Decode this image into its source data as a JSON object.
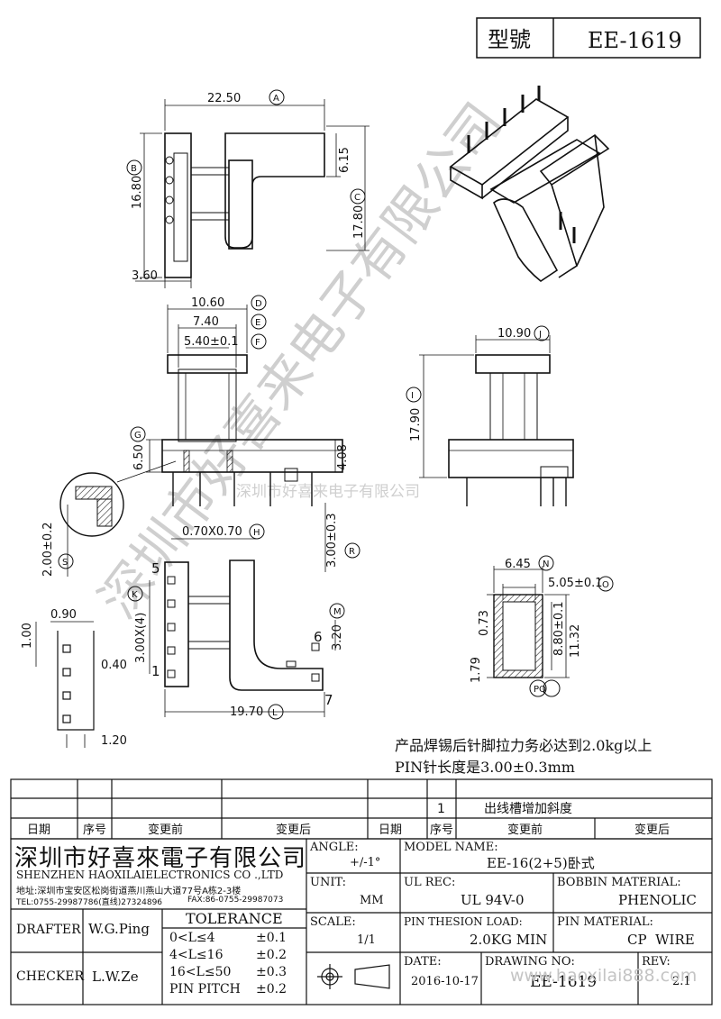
{
  "header": {
    "model_label": "型號",
    "model_value": "EE-1619"
  },
  "dimensions": {
    "top_width": "22.50",
    "top_width_tag": "A",
    "left_height": "16.80",
    "left_height_tag": "B",
    "arm_height": "6.15",
    "right_height": "17.80",
    "right_height_tag": "C",
    "base_offset": "3.60",
    "d_width": "10.60",
    "d_tag": "D",
    "e_width": "7.40",
    "e_tag": "E",
    "f_width": "5.40±0.1",
    "f_tag": "F",
    "g_height": "6.50",
    "g_tag": "G",
    "flange_thk": "4.08",
    "pin_size": "0.70X0.70",
    "h_tag": "H",
    "pin_len_total": "3.00±0.3",
    "r_tag": "R",
    "s_len": "2.00±0.2",
    "s_tag": "S",
    "j_width": "10.90",
    "j_tag": "J",
    "i_height": "17.90",
    "i_tag": "I",
    "n_width": "6.45",
    "n_tag": "N",
    "o_width": "5.05±0.1",
    "o_tag": "O",
    "sec_073": "0.73",
    "sec_880": "8.80±0.1",
    "sec_1132": "11.32",
    "sec_179": "1.79",
    "pq_tag": "PQ",
    "k_pitch": "3.00X(4)",
    "k_tag": "K",
    "m_len": "3.20",
    "m_tag": "M",
    "l_len": "19.70",
    "l_tag": "L",
    "d090": "0.90",
    "d100": "1.00",
    "d040": "0.40",
    "d120": "1.20",
    "pin5": "5",
    "pin1": "1",
    "pin6": "6",
    "pin7": "7"
  },
  "notes": {
    "line1": "产品焊锡后针脚拉力务必达到2.0kg以上",
    "line2": "PIN针长度是3.00±0.3mm"
  },
  "revision": {
    "rev_no": "1",
    "rev_desc": "出线槽增加斜度",
    "h_date": "日期",
    "h_seq": "序号",
    "h_before": "变更前",
    "h_after": "变更后",
    "h_date2": "日期",
    "h_seq2": "序号",
    "h_before2": "变更前",
    "h_after2": "变更后"
  },
  "company": {
    "name_cn": "深圳市好喜來電子有限公司",
    "name_en": "SHENZHEN HAOXILAIELECTRONICS CO .,LTD",
    "address": "地址:深圳市宝安区松岗街道燕川燕山大道77号A栋2-3楼",
    "tel": "TEL:0755-29987786(直线)27324896",
    "fax": "FAX:86-0755-29987073"
  },
  "title_block": {
    "angle_label": "ANGLE:",
    "angle_value": "+/-1°",
    "model_name_label": "MODEL NAME:",
    "model_name_value": "EE-16(2+5)卧式",
    "unit_label": "UNIT:",
    "unit_value": "MM",
    "ul_label": "UL REC:",
    "ul_value": "UL 94V-0",
    "bobbin_label": "BOBBIN MATERIAL:",
    "bobbin_value": "PHENOLIC",
    "scale_label": "SCALE:",
    "scale_value": "1/1",
    "pin_load_label": "PIN THESION LOAD:",
    "pin_load_value": "2.0KG MIN",
    "pin_mat_label": "PIN MATERIAL:",
    "pin_mat_value": "CP  WIRE",
    "date_label": "DATE:",
    "date_value": "2016-10-17",
    "drawing_label": "DRAWING NO:",
    "drawing_value": "EE-1619",
    "rev_label": "REV:",
    "rev_value": "2.1",
    "drafter_label": "DRAFTER",
    "drafter_value": "W.G.Ping",
    "checker_label": "CHECKER",
    "checker_value": "L.W.Ze",
    "tolerance_label": "TOLERANCE",
    "tol1_range": "0<L≤4",
    "tol1_val": "±0.1",
    "tol2_range": "4<L≤16",
    "tol2_val": "±0.2",
    "tol3_range": "16<L≤50",
    "tol3_val": "±0.3",
    "tol4_range": "PIN PITCH",
    "tol4_val": "±0.2"
  },
  "watermark": {
    "diag_text": "深圳市好喜来电子有限公司",
    "center_text": "深圳市好喜来电子有限公司",
    "url_text": "www.haoxilai888.com"
  }
}
